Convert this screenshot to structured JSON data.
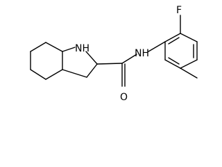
{
  "molecule": {
    "atom_labels": {
      "nh_ring": "NH",
      "nh_amide": "NH",
      "fluorine": "F",
      "oxygen": "O"
    }
  }
}
